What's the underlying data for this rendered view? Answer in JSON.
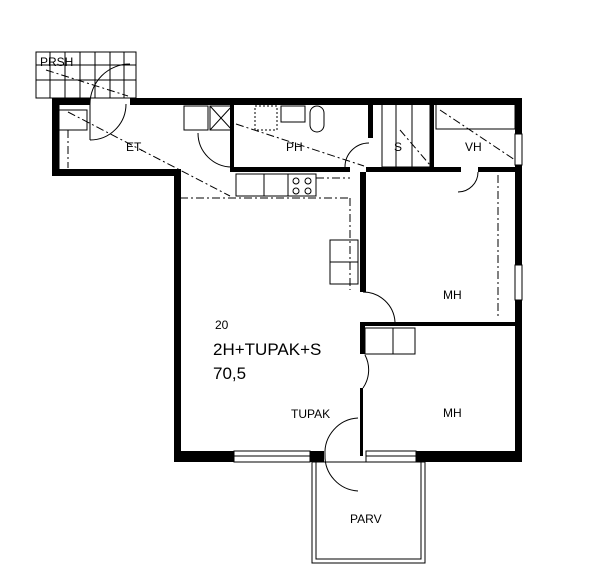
{
  "plan": {
    "apartment_number": "20",
    "apartment_type": "2H+TUPAK+S",
    "area": "70,5",
    "rooms": {
      "prsh": "PRSH",
      "et": "ET.",
      "ph": "PH",
      "s": "S",
      "vh": "VH",
      "mh1": "MH",
      "mh2": "MH",
      "tupak": "TUPAK",
      "parv": "PARV"
    },
    "colors": {
      "wall": "#000000",
      "background": "#ffffff"
    }
  }
}
